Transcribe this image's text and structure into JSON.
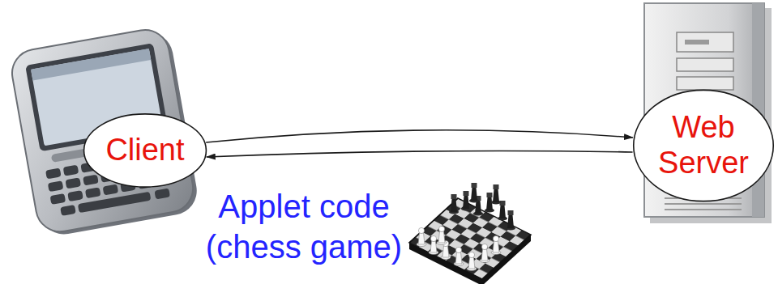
{
  "diagram": {
    "nodes": [
      {
        "text": [
          "Client"
        ]
      },
      {
        "text": [
          "Web Server"
        ]
      }
    ],
    "edges": [
      {
        "from": 0,
        "to": 1,
        "arrow": "to"
      },
      {
        "from": 1,
        "to": 0,
        "arrow": "to"
      }
    ],
    "labels": [
      "Applet code (chess game)"
    ]
  }
}
